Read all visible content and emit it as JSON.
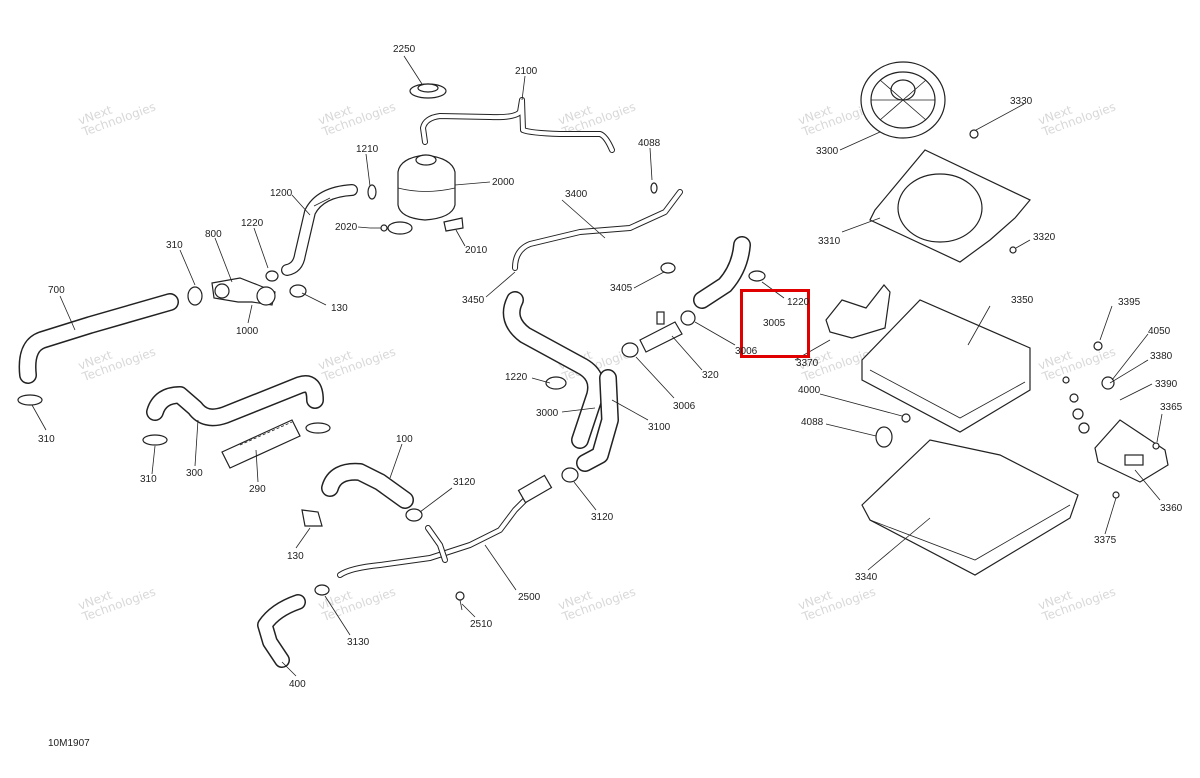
{
  "diagram": {
    "id_label": "10M1907",
    "highlight_color": "#e00000",
    "highlighted_part": "3005",
    "watermark": {
      "line1": "vNext",
      "line2": "Technologies"
    },
    "labels": {
      "p2250": "2250",
      "p2100": "2100",
      "p4088a": "4088",
      "p3330": "3330",
      "p3300": "3300",
      "p1210": "1210",
      "p2000": "2000",
      "p1200": "1200",
      "p3400": "3400",
      "p2020": "2020",
      "p2010": "2010",
      "p310a": "310",
      "p800": "800",
      "p1220a": "1220",
      "p3310": "3310",
      "p3320": "3320",
      "p700": "700",
      "p130a": "130",
      "p1000": "1000",
      "p3450": "3450",
      "p3405": "3405",
      "p1220b": "1220",
      "p3005": "3005",
      "p3350": "3350",
      "p3395": "3395",
      "p3006a": "3006",
      "p320": "320",
      "p4050": "4050",
      "p1220c": "1220",
      "p3370": "3370",
      "p3380": "3380",
      "p3390": "3390",
      "p4000": "4000",
      "p310b": "310",
      "p3000": "3000",
      "p3006b": "3006",
      "p3365": "3365",
      "p4088b": "4088",
      "p3100": "3100",
      "p310c": "310",
      "p300": "300",
      "p290": "290",
      "p100": "100",
      "p3120a": "3120",
      "p3360": "3360",
      "p3120b": "3120",
      "p130b": "130",
      "p3375": "3375",
      "p3340": "3340",
      "p2500": "2500",
      "p3130": "3130",
      "p2510": "2510",
      "p400": "400"
    }
  }
}
